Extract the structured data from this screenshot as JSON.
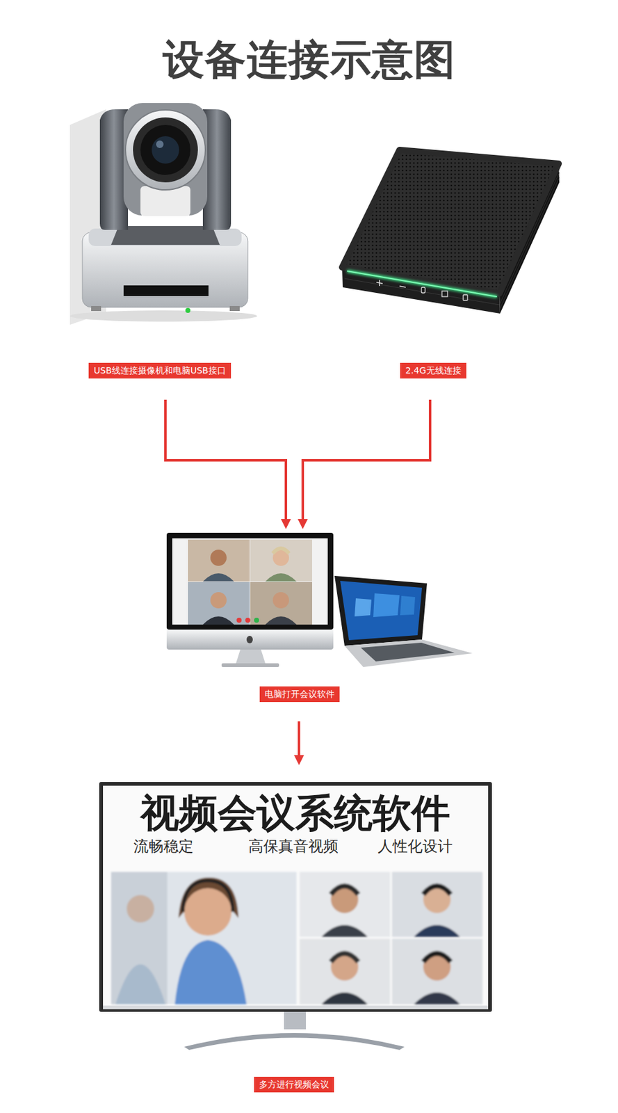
{
  "diagram": {
    "title": "设备连接示意图",
    "nodes": [
      {
        "text": [
          "USB线连接摄像机和电脑USB接口"
        ]
      },
      {
        "text": [
          "2.4G无线连接"
        ]
      },
      {
        "text": [
          "电脑打开会议软件"
        ]
      },
      {
        "text": [
          "视频会议系统软件",
          "流畅稳定",
          "高保真音视频",
          "人性化设计",
          "多方进行视频会议"
        ]
      }
    ],
    "edges": [
      {
        "from": 0,
        "to": 2,
        "arrow": "to"
      },
      {
        "from": 1,
        "to": 2,
        "arrow": "to"
      },
      {
        "from": 2,
        "to": 3,
        "arrow": "to"
      }
    ]
  }
}
